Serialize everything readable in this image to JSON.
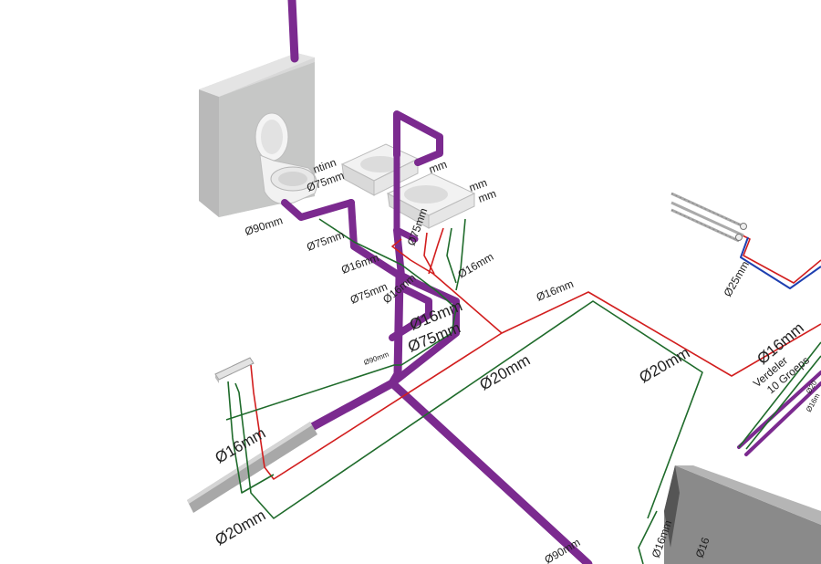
{
  "colors": {
    "drain": "#7b2a8f",
    "hot": "#d21e1e",
    "cold": "#1f6b2b",
    "supply_blue": "#1e3fb0",
    "wall": "#c8c9c8",
    "ceramic": "#eeeeee",
    "pipe_gray": "#9a9a9a"
  },
  "labels": {
    "wc_drain": "Ø90mm",
    "wc_branch_1": "Ø75mm",
    "wc_branch_2": "Ø75mm",
    "sink_note": "ntinn",
    "sink_supply_1": "Ø16mm",
    "sink_supply_2": "Ø16mm",
    "sink_supply_3": "Ø16mm",
    "sink_drain_1": "Ø75mm",
    "sink_drain_2": "Ø75mm",
    "sink_drain_3": "Ø75mm",
    "sink_small_1": "mm",
    "sink_small_2": "mm",
    "sink_small_3": "mm",
    "riser_mm": "Ø16mm",
    "main_supply": "Ø16mm",
    "main_supply_2": "Ø20mm",
    "main_supply_3": "Ø20mm",
    "small_drain": "Ø90mm",
    "manifold_supply": "Ø16mm",
    "manifold_name": "Verdeler",
    "manifold_groups": "10 Groeps",
    "heater_supply": "Ø25mm",
    "left_supply_1": "Ø16mm",
    "left_supply_2": "Ø20mm",
    "bottom_drain": "Ø90mm",
    "bottom_small_1": "Ø16mm",
    "bottom_small_2": "Ø16",
    "right_small_1": "Ø20",
    "right_small_2": "Ø16m"
  }
}
